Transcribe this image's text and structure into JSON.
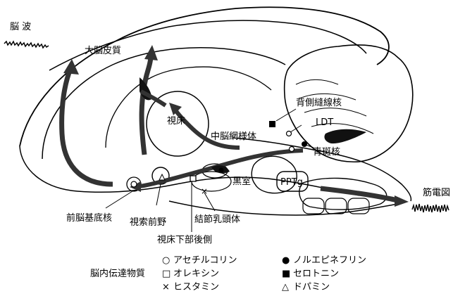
{
  "signals": {
    "eeg": "脳 波",
    "emg": "筋電図"
  },
  "regions": {
    "cortex": "大脳皮質",
    "thalamus": "視床",
    "reticular": "中脳網様体",
    "raphe": "背側縫線核",
    "ldt": "LDT",
    "locus_coeruleus": "青斑核",
    "pptg": "PPTg",
    "substantia_nigra": "黒室",
    "basal_forebrain": "前脳基底核",
    "preoptic": "視索前野",
    "tuberomammillary": "結節乳頭体",
    "lateral_hypothalamus": "視床下部後側"
  },
  "legend": {
    "title": "脳内伝達物質",
    "items": [
      {
        "symbol": "○",
        "label": "アセチルコリン"
      },
      {
        "symbol": "□",
        "label": "オレキシン"
      },
      {
        "symbol": "×",
        "label": "ヒスタミン"
      },
      {
        "symbol": "●",
        "label": "ノルエピネフリン"
      },
      {
        "symbol": "■",
        "label": "セロトニン"
      },
      {
        "symbol": "△",
        "label": "ドパミン"
      }
    ]
  }
}
